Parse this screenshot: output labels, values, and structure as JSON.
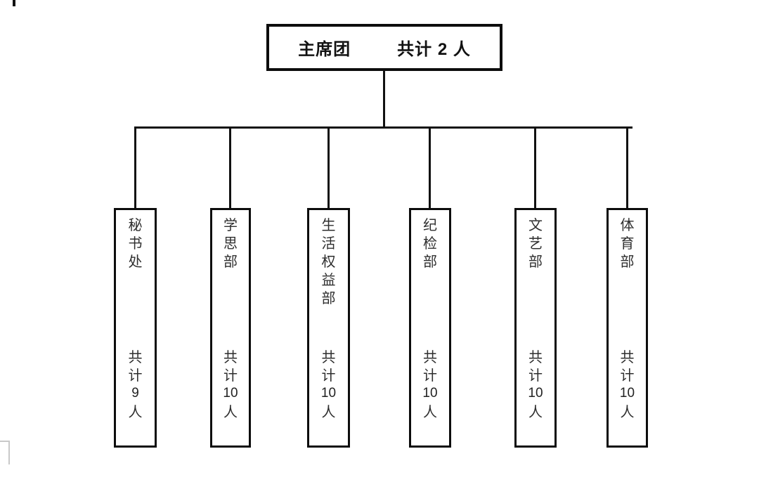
{
  "colors": {
    "background": "#ffffff",
    "line": "#111111",
    "box_border": "#0d0d0d",
    "root_text": "#111111",
    "dept_text": "#2e2e2e",
    "corner_mark": "#c9c9c9"
  },
  "root_box": {
    "title": "主席团",
    "count": "共计 2 人"
  },
  "departments": [
    {
      "name": "秘书处",
      "count_word": "共计",
      "count_number": "9",
      "count_unit": "人"
    },
    {
      "name": "学思部",
      "count_word": "共计",
      "count_number": "10",
      "count_unit": "人"
    },
    {
      "name": "生活权益部",
      "count_word": "共计",
      "count_number": "10",
      "count_unit": "人"
    },
    {
      "name": "纪检部",
      "count_word": "共计",
      "count_number": "10",
      "count_unit": "人"
    },
    {
      "name": "文艺部",
      "count_word": "共计",
      "count_number": "10",
      "count_unit": "人"
    },
    {
      "name": "体育部",
      "count_word": "共计",
      "count_number": "10",
      "count_unit": "人"
    }
  ]
}
